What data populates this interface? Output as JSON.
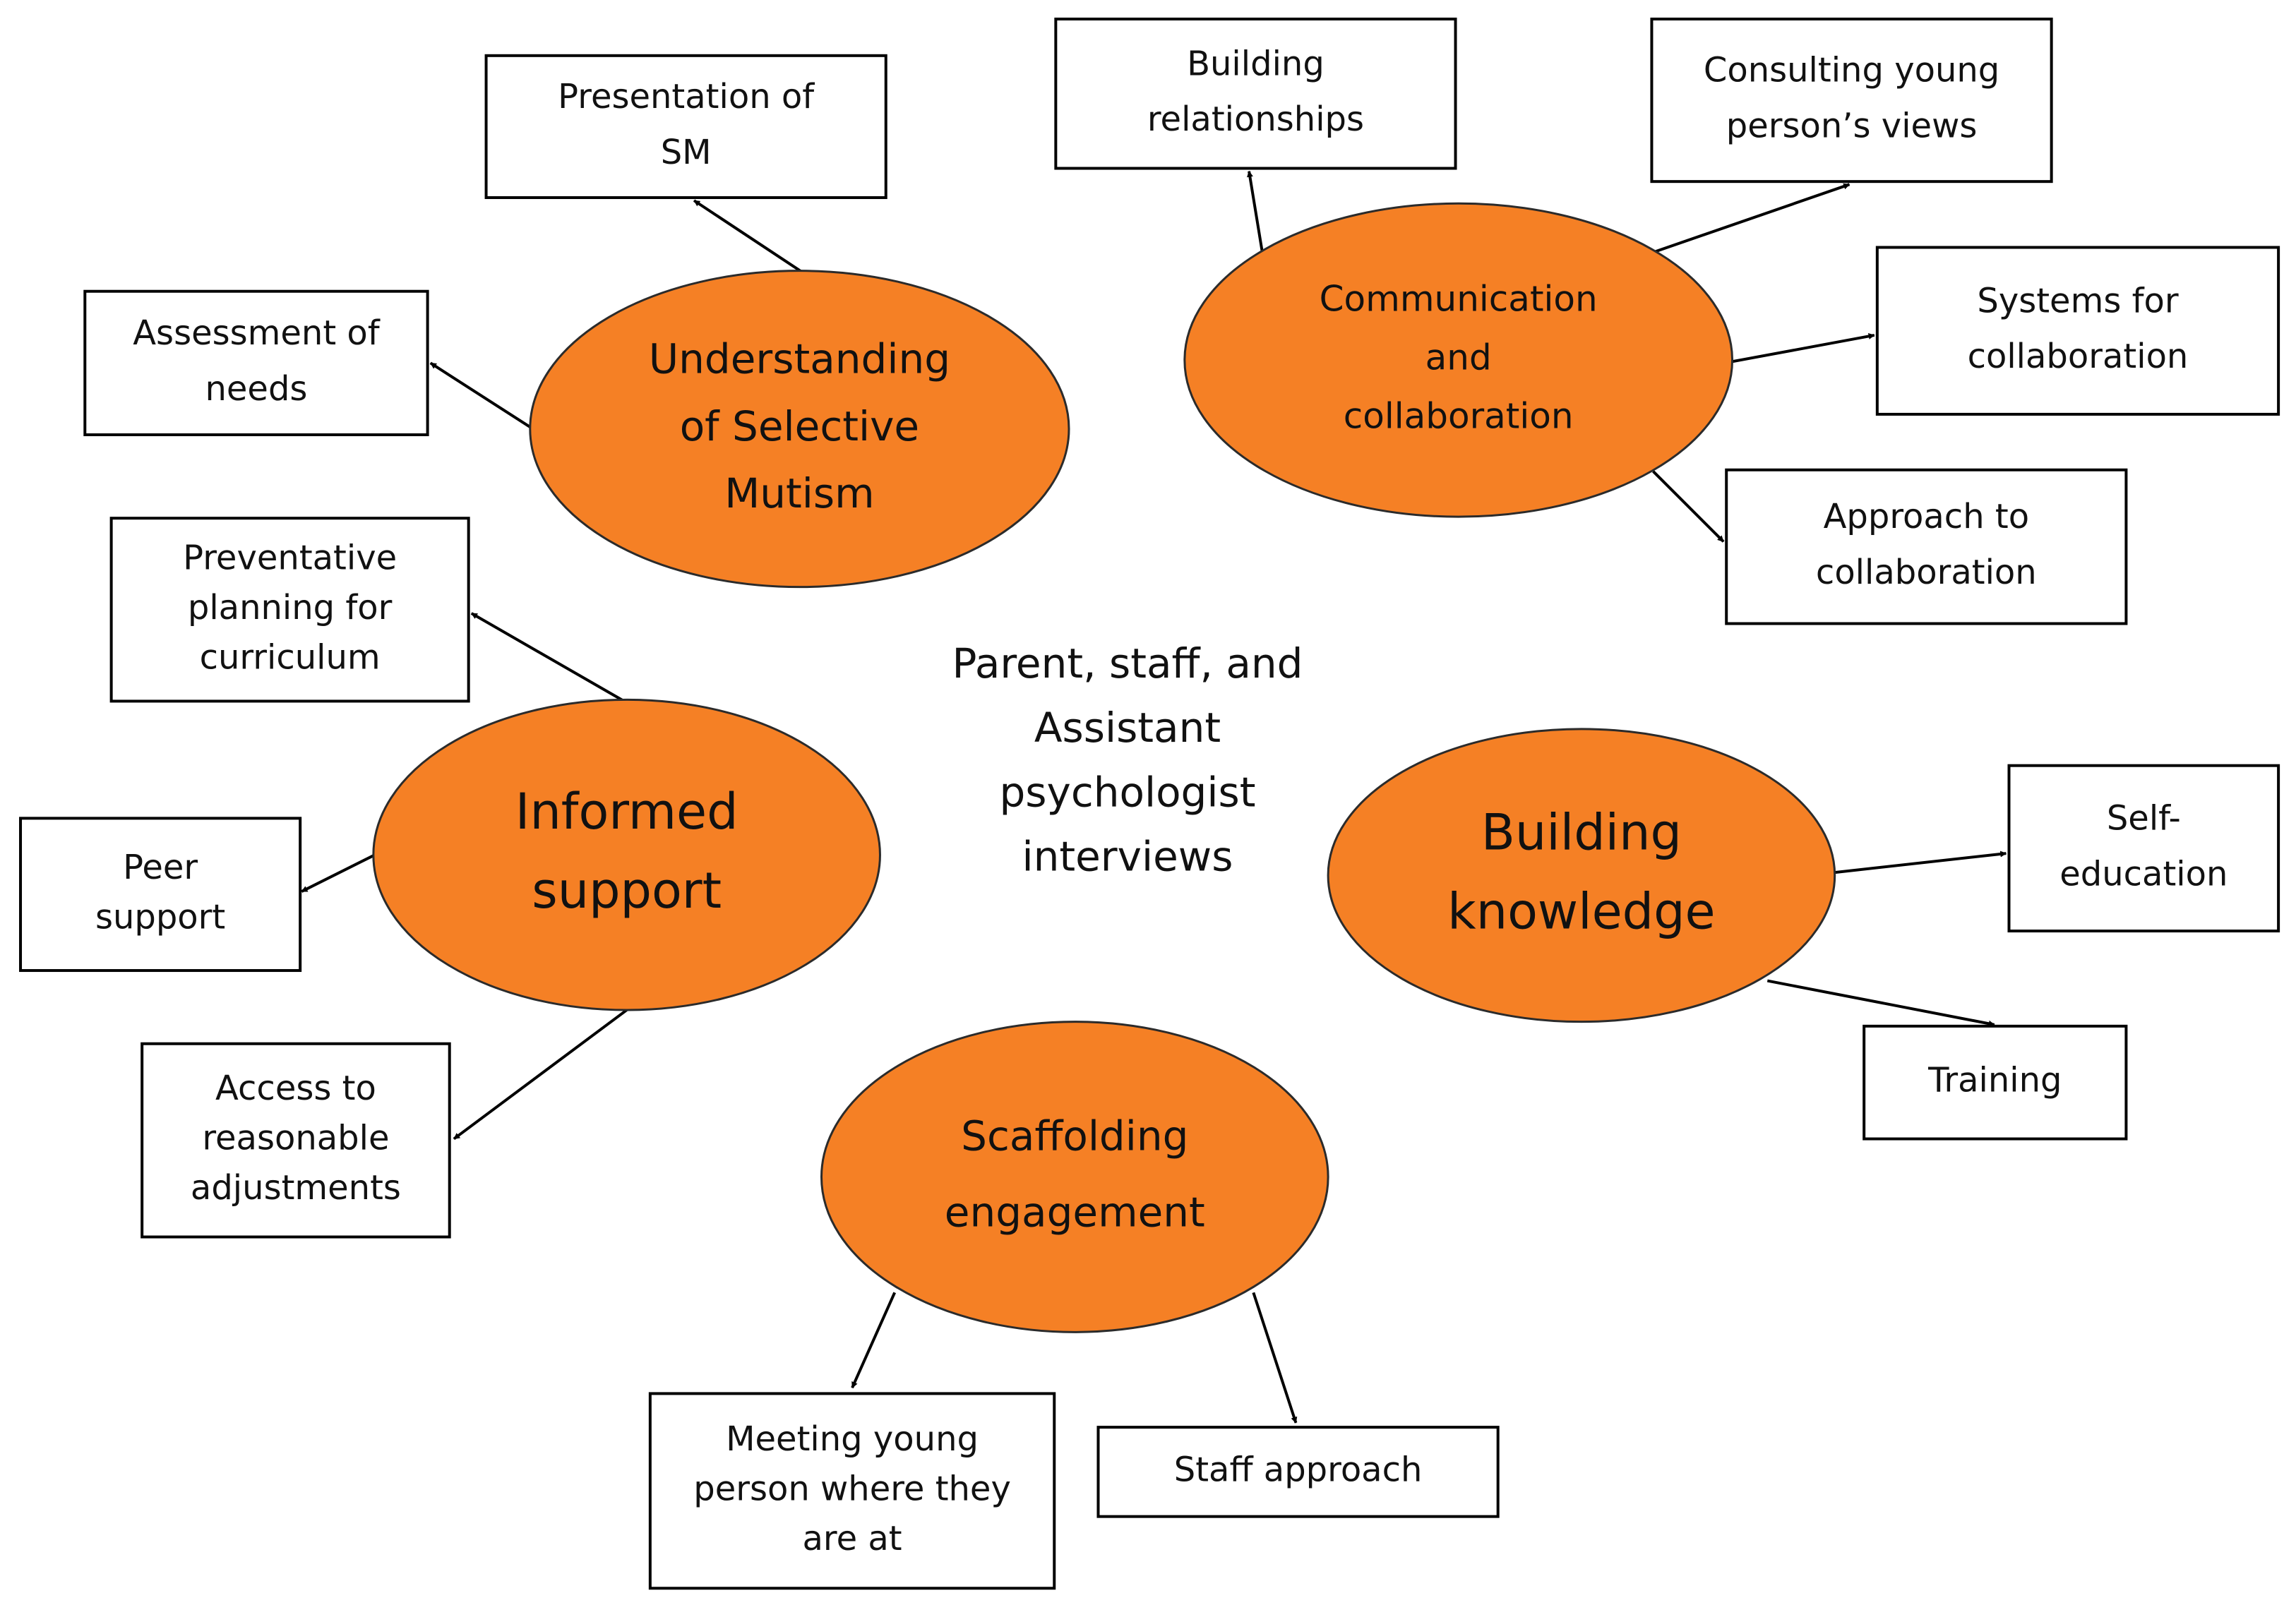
{
  "colors": {
    "theme_fill": "#F58025",
    "theme_stroke": "#2B2B2B",
    "box_stroke": "#000000",
    "arrow": "#000000",
    "text": "#111111"
  },
  "center": {
    "lines": [
      "Parent, staff, and",
      "Assistant",
      "psychologist",
      "interviews"
    ]
  },
  "themes": [
    {
      "id": "understanding",
      "lines": [
        "Understanding",
        "of Selective",
        "Mutism"
      ],
      "subthemes": [
        {
          "id": "presentation",
          "lines": [
            "Presentation  of",
            "SM"
          ]
        },
        {
          "id": "assessment",
          "lines": [
            "Assessment  of",
            "needs"
          ]
        }
      ]
    },
    {
      "id": "communication",
      "lines": [
        "Communication",
        "and",
        "collaboration"
      ],
      "subthemes": [
        {
          "id": "relationships",
          "lines": [
            "Building",
            "relationships"
          ]
        },
        {
          "id": "consulting",
          "lines": [
            "Consulting young",
            "person’s views"
          ]
        },
        {
          "id": "systems",
          "lines": [
            "Systems  for",
            "collaboration"
          ]
        },
        {
          "id": "approach-collab",
          "lines": [
            "Approach  to",
            "collaboration"
          ]
        }
      ]
    },
    {
      "id": "informed",
      "lines": [
        "Informed",
        "support"
      ],
      "subthemes": [
        {
          "id": "preventative",
          "lines": [
            "Preventative",
            "planning for",
            "curriculum"
          ]
        },
        {
          "id": "peer",
          "lines": [
            "Peer",
            "support"
          ]
        },
        {
          "id": "adjustments",
          "lines": [
            "Access to",
            "reasonable",
            "adjustments"
          ]
        }
      ]
    },
    {
      "id": "knowledge",
      "lines": [
        "Building",
        "knowledge"
      ],
      "subthemes": [
        {
          "id": "self-education",
          "lines": [
            "Self-",
            "education"
          ]
        },
        {
          "id": "training",
          "lines": [
            "Training"
          ]
        }
      ]
    },
    {
      "id": "scaffolding",
      "lines": [
        "Scaffolding",
        "engagement"
      ],
      "subthemes": [
        {
          "id": "meeting",
          "lines": [
            "Meeting young",
            "person where they",
            "are at"
          ]
        },
        {
          "id": "staff-approach",
          "lines": [
            "Staff approach"
          ]
        }
      ]
    }
  ]
}
